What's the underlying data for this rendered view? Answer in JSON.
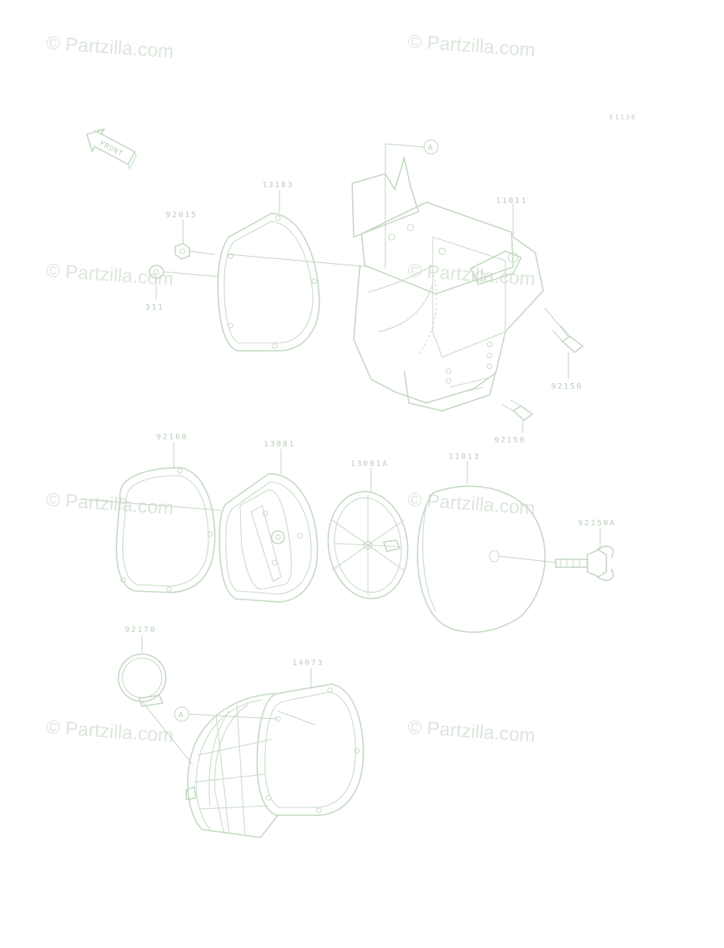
{
  "watermark": "© Partzilla.com",
  "diagram_code": "E1130",
  "front_arrow_label": "FRONT",
  "ref_marker": "A",
  "parts": {
    "p13183": "13183",
    "p92015": "92015",
    "p311": "311",
    "p11011": "11011",
    "p92150_a": "92150",
    "p92150_b": "92150",
    "p92160": "92160",
    "p13081": "13081",
    "p13091a": "13091A",
    "p11013": "11013",
    "p92150a": "92150A",
    "p92170": "92170",
    "p14073": "14073"
  }
}
